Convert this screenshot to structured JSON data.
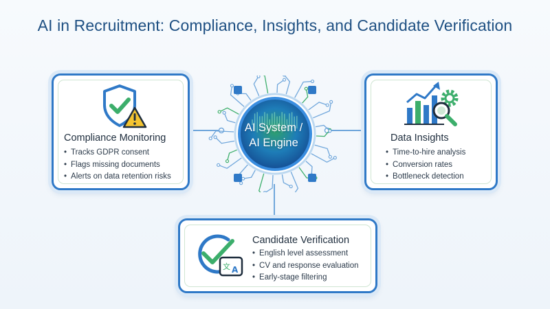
{
  "title": "AI in Recruitment: Compliance, Insights, and Candidate Verification",
  "hub": {
    "line1": "AI System /",
    "line2": "AI Engine",
    "icon": "circuit-hub-icon"
  },
  "cards": {
    "compliance": {
      "title": "Compliance Monitoring",
      "icon": "shield-check-warning-icon",
      "items": [
        "Tracks GDPR consent",
        "Flags missing documents",
        "Alerts on data retention risks"
      ]
    },
    "insights": {
      "title": "Data Insights",
      "icon": "bar-chart-magnifier-gear-icon",
      "items": [
        "Time-to-hire analysis",
        "Conversion rates",
        "Bottleneck detection"
      ]
    },
    "verification": {
      "title": "Candidate Verification",
      "icon": "checkmark-translate-icon",
      "items": [
        "English level assessment",
        "CV and response evaluation",
        "Early-stage filtering"
      ]
    }
  },
  "colors": {
    "primary_blue": "#2f79c7",
    "title_blue": "#1d4f82",
    "accent_green": "#3cae6b",
    "hub_core": "#1d63b3",
    "warning_yellow": "#f4c430"
  }
}
